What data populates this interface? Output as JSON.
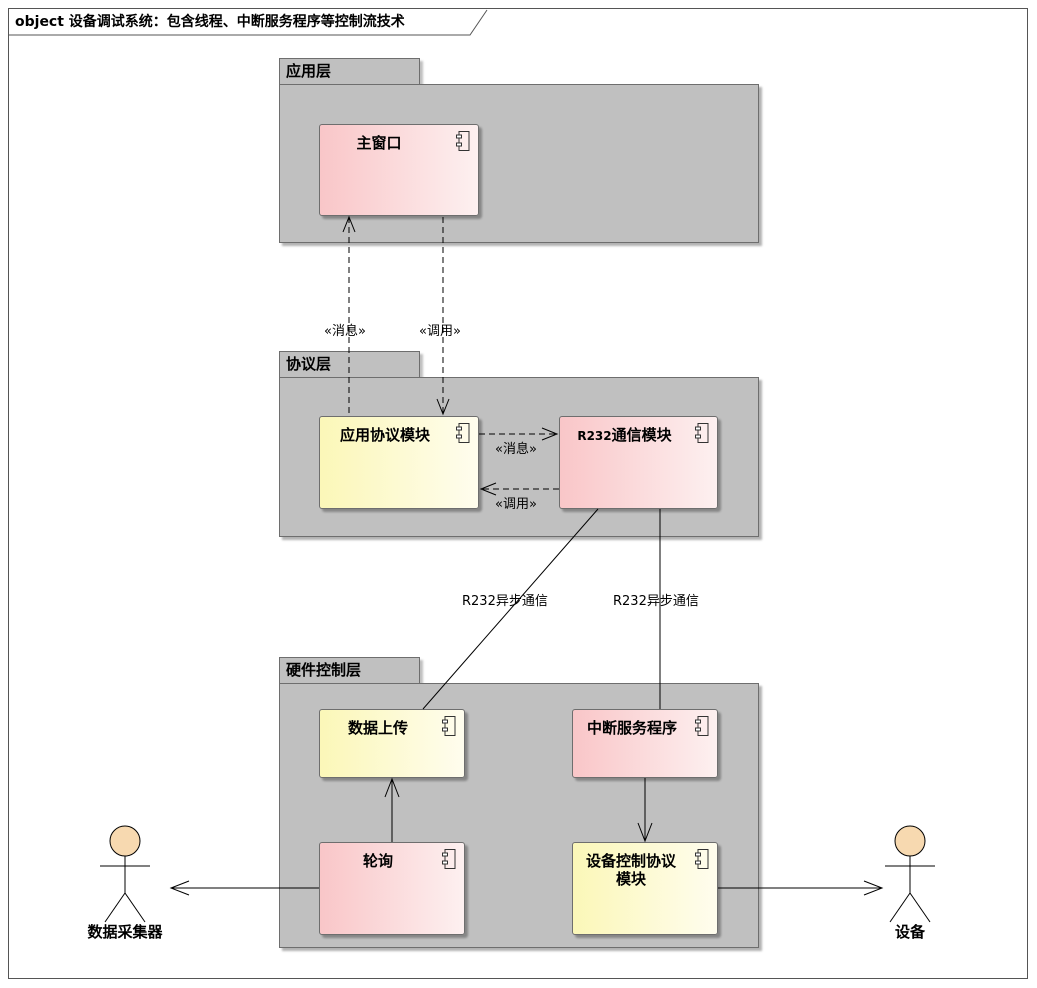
{
  "frame": {
    "title": "object 设备调试系统：包含线程、中断服务程序等控制流技术"
  },
  "packages": {
    "app": {
      "name": "应用层"
    },
    "protocol": {
      "name": "协议层"
    },
    "hardware": {
      "name": "硬件控制层"
    }
  },
  "components": {
    "main_window": {
      "name": "主窗口"
    },
    "app_protocol": {
      "name": "应用协议模块"
    },
    "r232_module": {
      "prefix": "R232",
      "name": "通信模块"
    },
    "data_upload": {
      "name": "数据上传"
    },
    "isr": {
      "name": "中断服务程序"
    },
    "polling": {
      "name": "轮询"
    },
    "device_ctrl": {
      "line1": "设备控制协议",
      "line2": "模块"
    }
  },
  "actors": {
    "collector": {
      "name": "数据采集器"
    },
    "device": {
      "name": "设备"
    }
  },
  "connectors": {
    "msg_up": "«消息»",
    "call_down": "«调用»",
    "msg_right": "«消息»",
    "call_left": "«调用»",
    "r232_async_1": "R232异步通信",
    "r232_async_2": "R232异步通信"
  },
  "colors": {
    "package_fill": "#c0c0c0",
    "component_pink": "#f9c6c8",
    "component_yellow": "#fbf7b8",
    "actor_head": "#f7d9b0"
  }
}
